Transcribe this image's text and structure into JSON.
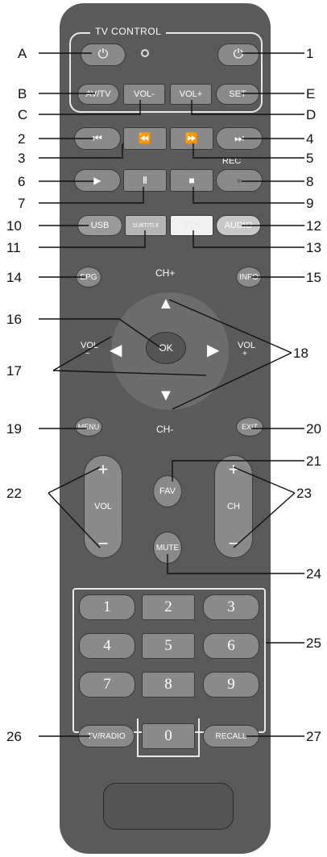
{
  "remote": {
    "section_title": "TV CONTROL",
    "buttons": {
      "av_tv": "AV/TV",
      "vol_minus": "VOL-",
      "vol_plus": "VOL+",
      "set": "SET",
      "rec": "REC",
      "usb": "USB",
      "subtitle": "SUBTITLE",
      "ttx": "TTX",
      "audio": "AUDIO",
      "epg": "EPG",
      "info": "INFO",
      "ch_plus": "CH+",
      "ch_minus": "CH-",
      "ok": "OK",
      "vol_left": "VOL",
      "vol_left_sign": "−",
      "vol_right": "VOL",
      "vol_right_sign": "+",
      "menu": "MENU",
      "exit": "EXIT",
      "fav": "FAV",
      "mute": "MUTE",
      "vol_rocker": "VOL",
      "ch_rocker": "CH",
      "rocker_plus": "+",
      "rocker_minus": "−",
      "tv_radio": "TV/RADIO",
      "recall": "RECALL"
    },
    "digits": [
      "1",
      "2",
      "3",
      "4",
      "5",
      "6",
      "7",
      "8",
      "9",
      "0"
    ]
  },
  "callouts": {
    "left": [
      "A",
      "B",
      "C",
      "2",
      "3",
      "6",
      "7",
      "10",
      "11",
      "14",
      "16",
      "17",
      "19",
      "22",
      "26"
    ],
    "right": [
      "1",
      "E",
      "D",
      "4",
      "5",
      "8",
      "9",
      "12",
      "13",
      "15",
      "18",
      "20",
      "21",
      "23",
      "24",
      "25",
      "27"
    ]
  },
  "colors": {
    "body": "#5a5a5b",
    "button": "#8a8a8b",
    "leader": "#111111"
  }
}
